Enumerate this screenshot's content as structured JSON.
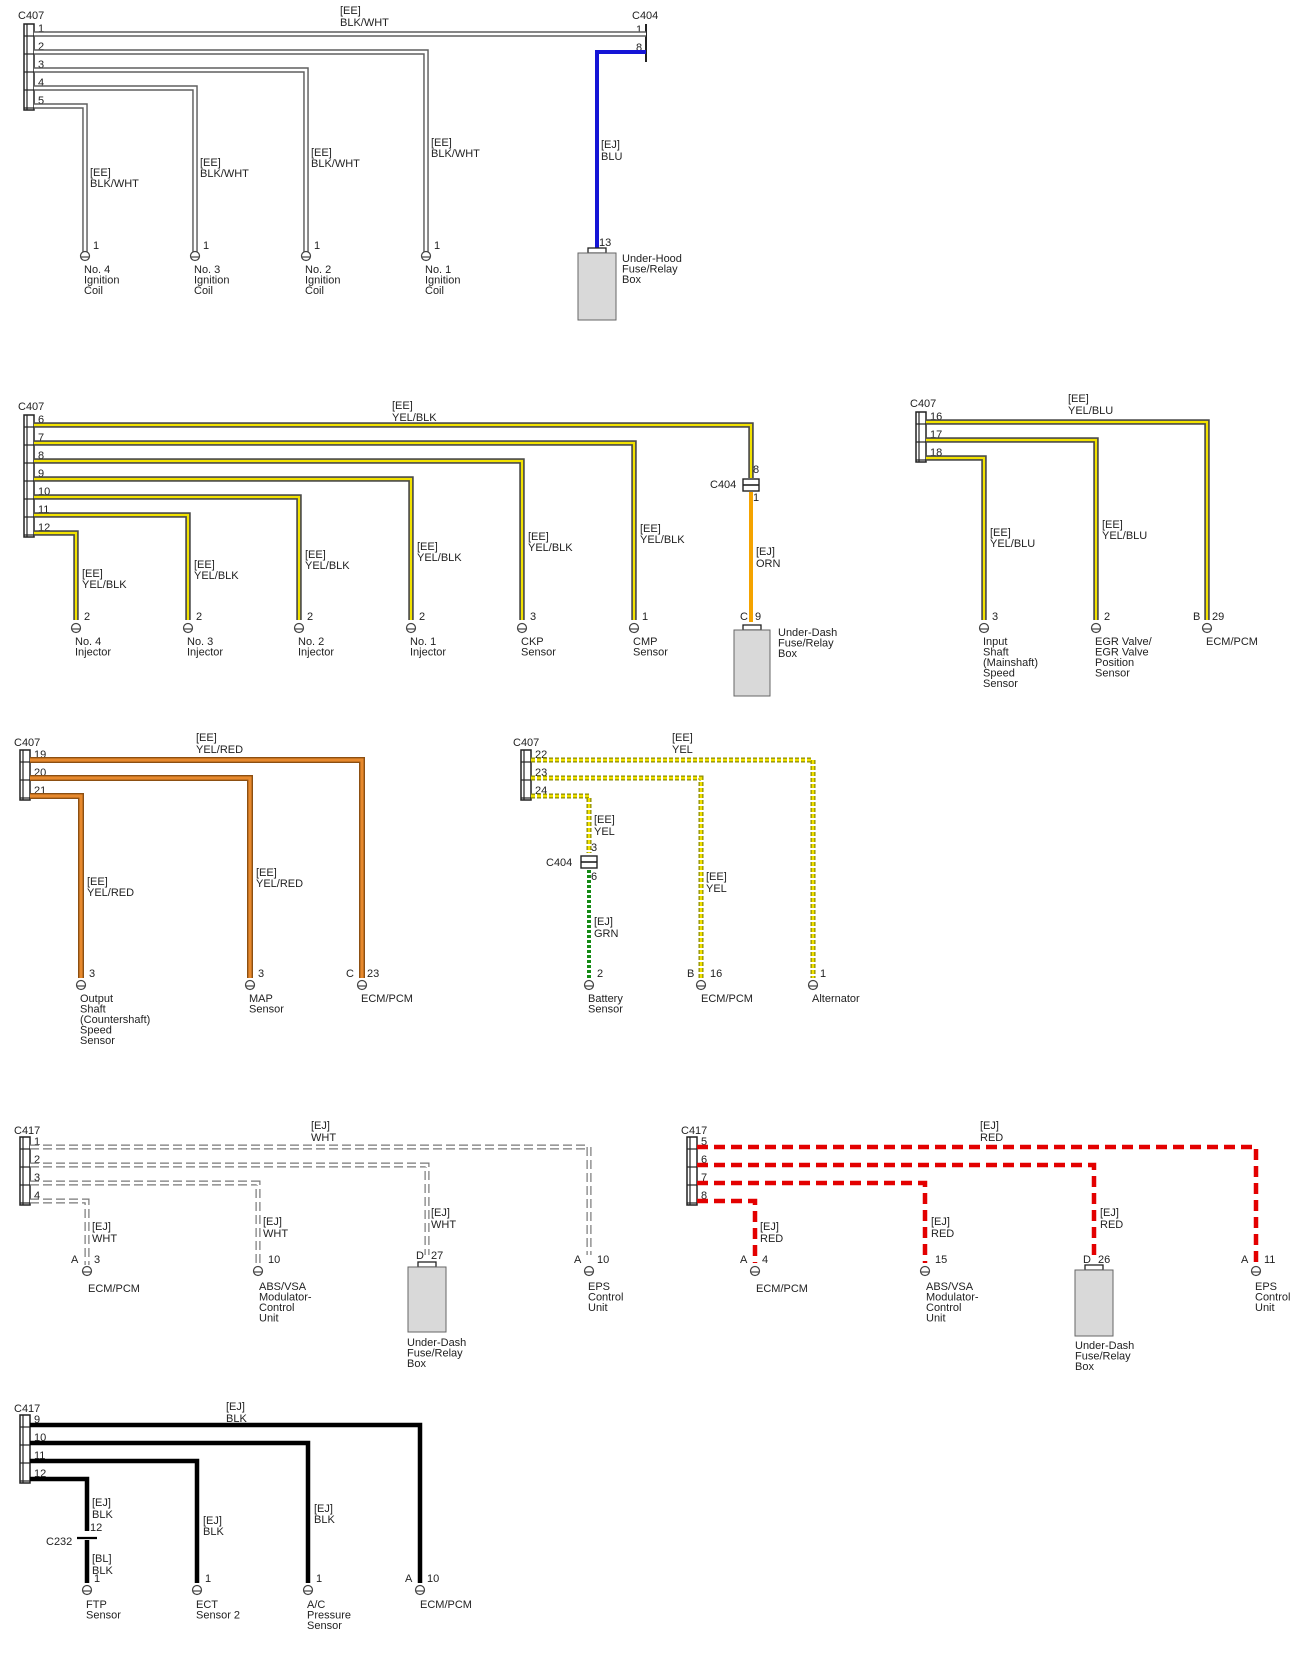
{
  "colors": {
    "BLK_WHT": "#ffffff",
    "BLU": "#1515d6",
    "YEL_BLK": "#f2e200",
    "ORN": "#f4a300",
    "YEL_BLU": "#f2e200",
    "YEL_RED": "#e7892d",
    "YEL": "#f2e200",
    "GRN": "#138a13",
    "WHT": "#ffffff",
    "RED": "#e30000",
    "BLK": "#000000",
    "box_fill": "#d9d9d9"
  },
  "diagram1": {
    "connector": "C407",
    "dest_connector": "C404",
    "main_wire": [
      "[EE]",
      "BLK/WHT"
    ],
    "pins": [
      "1",
      "2",
      "3",
      "4",
      "5"
    ],
    "dest_pins": [
      "1",
      "8"
    ],
    "branches": [
      {
        "tag": "[EE]",
        "color": "BLK/WHT",
        "pin": "1",
        "label": [
          "No. 4",
          "Ignition",
          "Coil"
        ]
      },
      {
        "tag": "[EE]",
        "color": "BLK/WHT",
        "pin": "1",
        "label": [
          "No. 3",
          "Ignition",
          "Coil"
        ]
      },
      {
        "tag": "[EE]",
        "color": "BLK/WHT",
        "pin": "1",
        "label": [
          "No. 2",
          "Ignition",
          "Coil"
        ]
      },
      {
        "tag": "[EE]",
        "color": "BLK/WHT",
        "pin": "1",
        "label": [
          "No. 1",
          "Ignition",
          "Coil"
        ]
      }
    ],
    "blue_wire": {
      "tag": "[EJ]",
      "color": "BLU",
      "pin": "13",
      "label": [
        "Under-Hood",
        "Fuse/Relay",
        "Box"
      ]
    }
  },
  "diagram2": {
    "connector": "C407",
    "main_wire": [
      "[EE]",
      "YEL/BLK"
    ],
    "pins": [
      "6",
      "7",
      "8",
      "9",
      "10",
      "11",
      "12"
    ],
    "branches": [
      {
        "tag": "[EE]",
        "color": "YEL/BLK",
        "pin": "2",
        "label": [
          "No. 4",
          "Injector"
        ]
      },
      {
        "tag": "[EE]",
        "color": "YEL/BLK",
        "pin": "2",
        "label": [
          "No. 3",
          "Injector"
        ]
      },
      {
        "tag": "[EE]",
        "color": "YEL/BLK",
        "pin": "2",
        "label": [
          "No. 2",
          "Injector"
        ]
      },
      {
        "tag": "[EE]",
        "color": "YEL/BLK",
        "pin": "2",
        "label": [
          "No. 1",
          "Injector"
        ]
      },
      {
        "tag": "[EE]",
        "color": "YEL/BLK",
        "pin": "3",
        "label": [
          "CKP",
          "Sensor"
        ]
      },
      {
        "tag": "[EE]",
        "color": "YEL/BLK",
        "pin": "1",
        "label": [
          "CMP",
          "Sensor"
        ]
      }
    ],
    "c404": {
      "name": "C404",
      "pin_top": "8",
      "pin_bottom": "1"
    },
    "orange_wire": {
      "tag": "[EJ]",
      "color": "ORN",
      "term": "C",
      "pin": "9",
      "label": [
        "Under-Dash",
        "Fuse/Relay",
        "Box"
      ]
    }
  },
  "diagram3": {
    "connector": "C407",
    "main_wire": [
      "[EE]",
      "YEL/BLU"
    ],
    "pins": [
      "16",
      "17",
      "18"
    ],
    "branches": [
      {
        "tag": "[EE]",
        "color": "YEL/BLU",
        "pin": "3",
        "label": [
          "Input",
          "Shaft",
          "(Mainshaft)",
          "Speed",
          "Sensor"
        ]
      },
      {
        "tag": "[EE]",
        "color": "YEL/BLU",
        "pin": "2",
        "label": [
          "EGR Valve/",
          "EGR Valve",
          "Position",
          "Sensor"
        ]
      }
    ],
    "ecm": {
      "term": "B",
      "pin": "29",
      "label": [
        "ECM/PCM"
      ]
    }
  },
  "diagram4": {
    "connector": "C407",
    "main_wire": [
      "[EE]",
      "YEL/RED"
    ],
    "pins": [
      "19",
      "20",
      "21"
    ],
    "branches": [
      {
        "tag": "[EE]",
        "color": "YEL/RED",
        "pin": "3",
        "label": [
          "Output",
          "Shaft",
          "(Countershaft)",
          "Speed",
          "Sensor"
        ]
      },
      {
        "tag": "[EE]",
        "color": "YEL/RED",
        "pin": "3",
        "label": [
          "MAP",
          "Sensor"
        ]
      }
    ],
    "ecm": {
      "term": "C",
      "pin": "23",
      "label": [
        "ECM/PCM"
      ]
    }
  },
  "diagram5": {
    "connector": "C407",
    "main_wire": [
      "[EE]",
      "YEL"
    ],
    "pins": [
      "22",
      "23",
      "24"
    ],
    "branch_battery": {
      "tag1": "[EE]",
      "color1": "YEL",
      "c404": "C404",
      "pin_top": "3",
      "pin_bottom": "6",
      "tag2": "[EJ]",
      "color2": "GRN",
      "pin": "2",
      "label": [
        "Battery",
        "Sensor"
      ]
    },
    "branch_ecm": {
      "tag": "[EE]",
      "color": "YEL",
      "term": "B",
      "pin": "16",
      "label": [
        "ECM/PCM"
      ]
    },
    "alternator": {
      "pin": "1",
      "label": [
        "Alternator"
      ]
    }
  },
  "diagram6": {
    "connector": "C417",
    "main_wire": [
      "[EJ]",
      "WHT"
    ],
    "pins": [
      "1",
      "2",
      "3",
      "4"
    ],
    "branches": [
      {
        "tag": "[EJ]",
        "color": "WHT",
        "term": "A",
        "pin": "3",
        "label": [
          "ECM/PCM"
        ]
      },
      {
        "tag": "[EJ]",
        "color": "WHT",
        "pin": "10",
        "label": [
          "ABS/VSA",
          "Modulator-",
          "Control",
          "Unit"
        ]
      },
      {
        "tag": "[EJ]",
        "color": "WHT",
        "term": "D",
        "pin": "27",
        "label": [
          "Under-Dash",
          "Fuse/Relay",
          "Box"
        ]
      }
    ],
    "eps": {
      "term": "A",
      "pin": "10",
      "label": [
        "EPS",
        "Control",
        "Unit"
      ]
    }
  },
  "diagram7": {
    "connector": "C417",
    "main_wire": [
      "[EJ]",
      "RED"
    ],
    "pins": [
      "5",
      "6",
      "7",
      "8"
    ],
    "branches": [
      {
        "tag": "[EJ]",
        "color": "RED",
        "term": "A",
        "pin": "4",
        "label": [
          "ECM/PCM"
        ]
      },
      {
        "tag": "[EJ]",
        "color": "RED",
        "pin": "15",
        "label": [
          "ABS/VSA",
          "Modulator-",
          "Control",
          "Unit"
        ]
      },
      {
        "tag": "[EJ]",
        "color": "RED",
        "term": "D",
        "pin": "26",
        "label": [
          "Under-Dash",
          "Fuse/Relay",
          "Box"
        ]
      }
    ],
    "eps": {
      "term": "A",
      "pin": "11",
      "label": [
        "EPS",
        "Control",
        "Unit"
      ]
    }
  },
  "diagram8": {
    "connector": "C417",
    "main_wire": [
      "[EJ]",
      "BLK"
    ],
    "pins": [
      "9",
      "10",
      "11",
      "12"
    ],
    "branch_ftp": {
      "tag1": "[EJ]",
      "color1": "BLK",
      "c232": "C232",
      "pin_mid": "12",
      "tag2": "[BL]",
      "color2": "BLK",
      "pin": "1",
      "label": [
        "FTP",
        "Sensor"
      ]
    },
    "branches": [
      {
        "tag": "[EJ]",
        "color": "BLK",
        "pin": "1",
        "label": [
          "ECT",
          "Sensor 2"
        ]
      },
      {
        "tag": "[EJ]",
        "color": "BLK",
        "pin": "1",
        "label": [
          "A/C",
          "Pressure",
          "Sensor"
        ]
      }
    ],
    "ecm": {
      "term": "A",
      "pin": "10",
      "label": [
        "ECM/PCM"
      ]
    }
  }
}
